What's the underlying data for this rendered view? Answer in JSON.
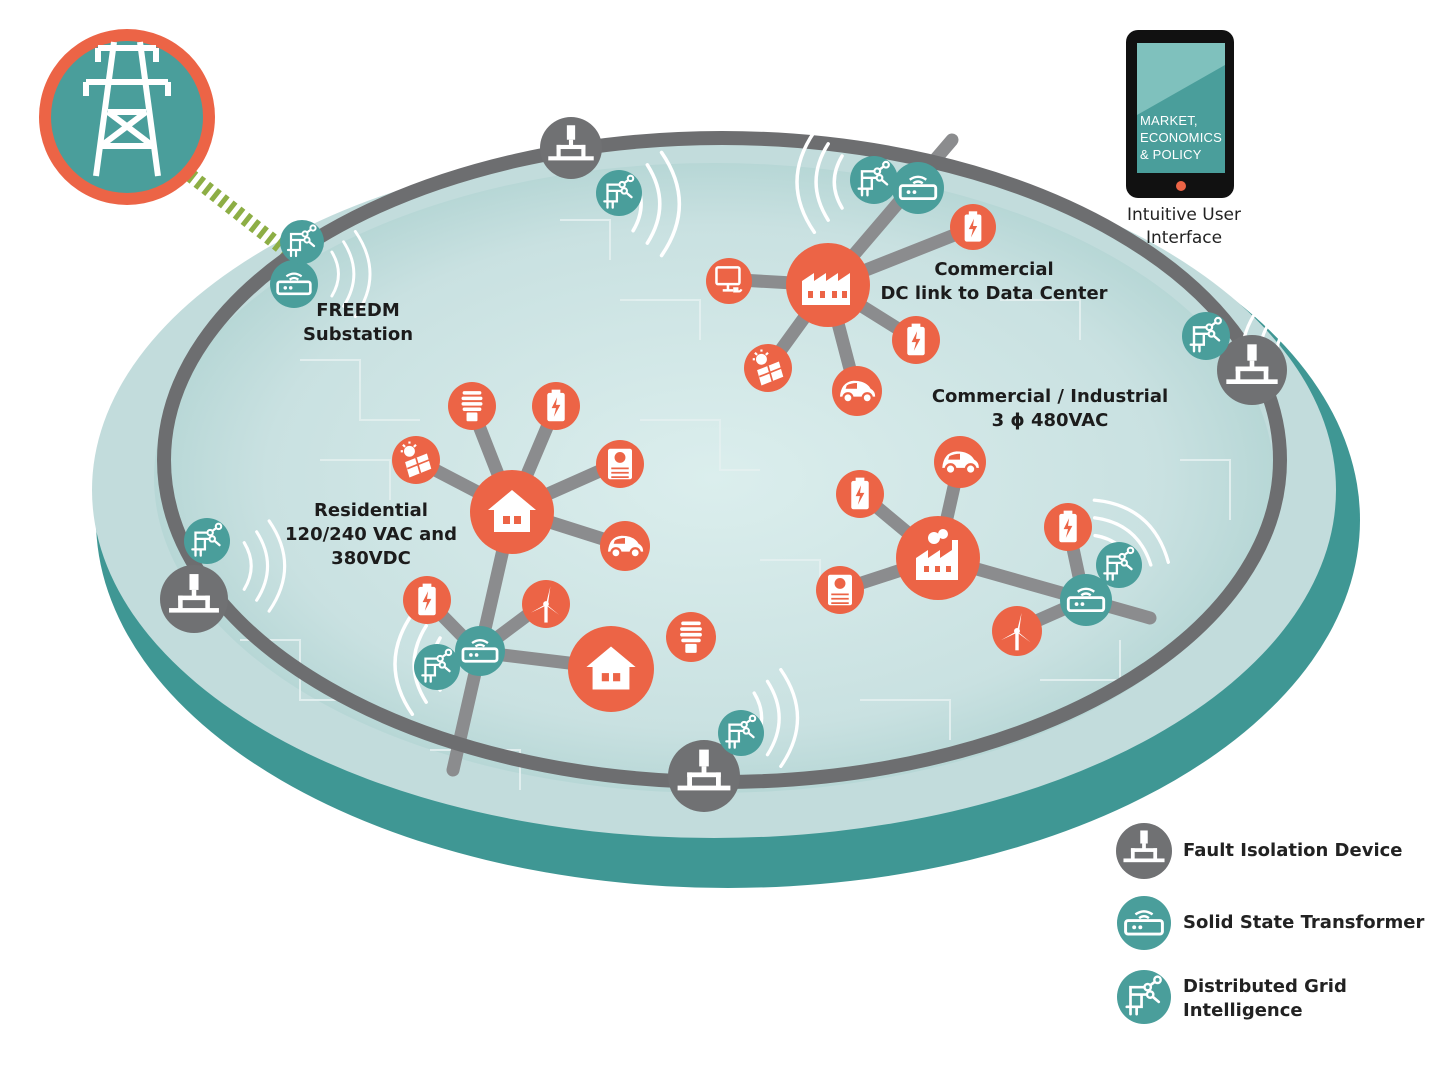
{
  "colors": {
    "teal": "#4a9e9b",
    "teal_dark": "#3f8f8c",
    "island": "#c9e1e1",
    "orange": "#ec6446",
    "ring": "#6d6e70",
    "gray_device": "#707173",
    "substation_line": "#8dae45",
    "text": "#1c1c1c"
  },
  "labels": {
    "substation": [
      "FREEDM",
      "Substation"
    ],
    "commercial_dc": [
      "Commercial",
      "DC link to Data Center"
    ],
    "commercial_industrial": [
      "Commercial / Industrial",
      "3 ɸ 480VAC"
    ],
    "residential": [
      "Residential",
      "120/240 VAC and",
      "380VDC"
    ]
  },
  "interface": {
    "screen_text": [
      "MARKET,",
      "ECONOMICS",
      "& POLICY"
    ],
    "caption": [
      "Intuitive User",
      "Interface"
    ]
  },
  "legend": {
    "fault": "Fault Isolation Device",
    "sst": "Solid State Transformer",
    "dgi": [
      "Distributed Grid",
      "Intelligence"
    ]
  }
}
